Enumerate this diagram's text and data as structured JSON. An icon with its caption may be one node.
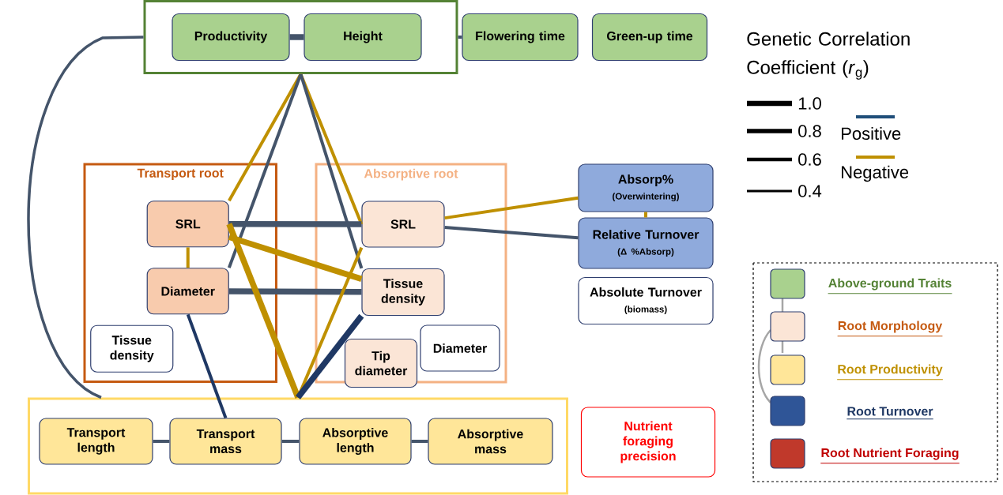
{
  "diagram": {
    "title": "Genetic Correlation Coefficient (*r*$_{g}$)",
    "nodes": [
      {
        "text": [],
        "shape": "box"
      },
      {
        "text": [
          "Productivity"
        ],
        "in": 0
      },
      {
        "text": [
          "Height"
        ],
        "in": 0
      },
      {
        "text": [
          "Flowering time"
        ]
      },
      {
        "text": [
          "Green-up time"
        ]
      },
      {
        "text": [
          "Transport root"
        ]
      },
      {
        "text": [
          "SRL"
        ],
        "in": 5
      },
      {
        "text": [
          "Diameter"
        ],
        "in": 5
      },
      {
        "text": [
          "Tissue density"
        ],
        "in": 5
      },
      {
        "text": [
          "Absorptive root"
        ]
      },
      {
        "text": [
          "SRL"
        ],
        "in": 9
      },
      {
        "text": [
          "Tissue density"
        ],
        "in": 9
      },
      {
        "text": [
          "Tip diameter"
        ]
      },
      {
        "text": [
          "Diameter"
        ],
        "in": 9
      },
      {
        "text": [
          "Absorp%",
          "(Overwintering)"
        ]
      },
      {
        "text": [
          "Relative Turnover",
          "(Δ %Absorp)"
        ]
      },
      {
        "text": [
          "Absolute Turnover",
          "(biomass)"
        ]
      },
      {
        "text": [],
        "shape": "box"
      },
      {
        "text": [
          "Transport length"
        ],
        "in": 17
      },
      {
        "text": [
          "Transport mass"
        ],
        "in": 17
      },
      {
        "text": [
          "Absorptive length"
        ],
        "in": 17
      },
      {
        "text": [
          "Absorptive mass"
        ],
        "in": 17
      },
      {
        "text": [
          "Nutrient foraging precision"
        ]
      }
    ],
    "edges": [
      {
        "from": 1,
        "to": 2,
        "arrow": "none",
        "style": "thick"
      },
      {
        "from": 0,
        "to": 3,
        "arrow": "none"
      },
      {
        "from": 0,
        "to": 17,
        "arrow": "none"
      },
      {
        "from": 0,
        "to": 6,
        "arrow": "none",
        "color": "#bf9000"
      },
      {
        "from": 0,
        "to": 7,
        "arrow": "none"
      },
      {
        "from": 0,
        "to": 10,
        "arrow": "none",
        "color": "#bf9000"
      },
      {
        "from": 0,
        "to": 11,
        "arrow": "none"
      },
      {
        "from": 6,
        "to": 7,
        "arrow": "none",
        "color": "#bf9000"
      },
      {
        "from": 6,
        "to": 10,
        "arrow": "none",
        "style": "thick"
      },
      {
        "from": 6,
        "to": 11,
        "arrow": "none",
        "style": "thick",
        "color": "#bf9000"
      },
      {
        "from": 7,
        "to": 11,
        "arrow": "none",
        "style": "thick"
      },
      {
        "from": 6,
        "to": 17,
        "arrow": "none",
        "style": "thick",
        "color": "#bf9000"
      },
      {
        "from": 10,
        "to": 17,
        "arrow": "none",
        "color": "#bf9000"
      },
      {
        "from": 11,
        "to": 17,
        "arrow": "none",
        "style": "thick",
        "color": "#1f3864"
      },
      {
        "from": 7,
        "to": 19,
        "arrow": "none",
        "color": "#1f3864"
      },
      {
        "from": 10,
        "to": 14,
        "arrow": "none",
        "color": "#bf9000"
      },
      {
        "from": 10,
        "to": 15,
        "arrow": "none"
      },
      {
        "from": 14,
        "to": 15,
        "arrow": "none",
        "color": "#bf9000"
      },
      {
        "from": 18,
        "to": 19,
        "arrow": "none"
      },
      {
        "from": 19,
        "to": 20,
        "arrow": "none"
      },
      {
        "from": 20,
        "to": 21,
        "arrow": "none"
      }
    ],
    "legend": [
      {
        "text": "1.0"
      },
      {
        "text": "0.8"
      },
      {
        "text": "0.6"
      },
      {
        "text": "0.4"
      },
      {
        "text": "Positive"
      },
      {
        "text": "Negative"
      },
      {
        "text": "Above-ground Traits",
        "color": "#a9d18e"
      },
      {
        "text": "Root Morphology",
        "color": "#fbe5d6"
      },
      {
        "text": "Root Productivity",
        "color": "#ffe699"
      },
      {
        "text": "Root Turnover",
        "color": "#2f5597"
      },
      {
        "text": "Root Nutrient Foraging",
        "color": "#c0392b"
      }
    ]
  }
}
